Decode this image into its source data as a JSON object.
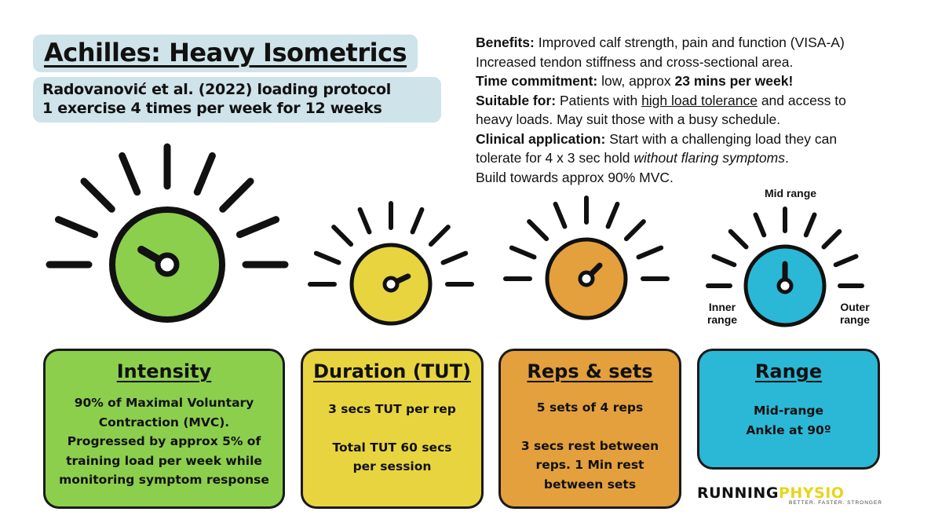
{
  "title": "Achilles: Heavy Isometrics",
  "subtitle_line1": "Radovanović et al. (2022) loading protocol",
  "subtitle_line2": "1 exercise 4 times per week for 12 weeks",
  "info": {
    "benefits_label": "Benefits:",
    "benefits_text": "Improved calf strength, pain and function (VISA-A)",
    "benefits_text2": "Increased tendon stiffness and cross-sectional area.",
    "time_label": "Time commitment:",
    "time_text": "low, approx",
    "time_bold": "23 mins per week!",
    "suitable_label": "Suitable for:",
    "suitable_text": "Patients with",
    "suitable_underline": "high load tolerance",
    "suitable_text_b": "and access to",
    "suitable_text2": "heavy loads. May suit those with a busy schedule.",
    "clinical_label": "Clinical application:",
    "clinical_text": "Start with a challenging load they can",
    "clinical_text2": "tolerate for 4 x 3 sec hold",
    "clinical_italic": "without flaring symptoms",
    "clinical_text2_end": ".",
    "clinical_text3": "Build towards approx 90% MVC."
  },
  "gauges": [
    {
      "name": "intensity",
      "color": "#8ccf4d",
      "pointer_deg": -60
    },
    {
      "name": "duration",
      "color": "#e8d43f",
      "pointer_deg": 65
    },
    {
      "name": "reps",
      "color": "#e3a03c",
      "pointer_deg": 45
    },
    {
      "name": "range",
      "color": "#2bb8d6",
      "pointer_deg": 0
    }
  ],
  "range_labels": {
    "mid": "Mid range",
    "inner_1": "Inner",
    "inner_2": "range",
    "outer_1": "Outer",
    "outer_2": "range"
  },
  "cards": {
    "intensity": {
      "title": "Intensity",
      "color": "#8ccf4d",
      "lines": [
        "90% of Maximal Voluntary",
        "Contraction (MVC).",
        "Progressed by approx 5% of",
        "training load per week while",
        "monitoring symptom response"
      ]
    },
    "duration": {
      "title": "Duration (TUT)",
      "color": "#e8d43f",
      "line1": "3 secs TUT per rep",
      "line2": "Total TUT 60 secs",
      "line3": "per session"
    },
    "reps": {
      "title": "Reps & sets",
      "color": "#e3a03c",
      "line1": "5 sets of 4 reps",
      "line2": "3 secs rest between",
      "line3": "reps. 1 Min rest",
      "line4": "between sets"
    },
    "range": {
      "title": "Range",
      "color": "#2bb8d6",
      "line1": "Mid-range",
      "line2": "Ankle at 90º"
    }
  },
  "logo": {
    "name_part1": "RUNNING",
    "name_part2": "PHYSIO",
    "tagline": "BETTER. FASTER. STRONGER"
  }
}
